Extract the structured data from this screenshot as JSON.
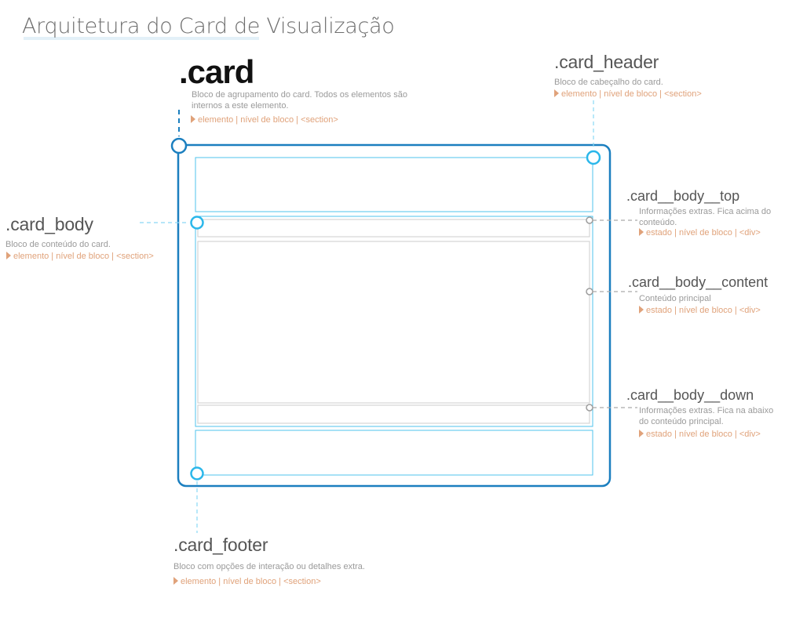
{
  "title": "Arquitetura do Card de Visualização",
  "card": {
    "label": ".card",
    "description": "Bloco de agrupamento do card. Todos os elementos são internos a este elemento.",
    "meta": "elemento | nível de bloco | <section>"
  },
  "card_header": {
    "label": ".card_header",
    "description": "Bloco de cabeçalho do card.",
    "meta": "elemento | nível de bloco  | <section>"
  },
  "card_body": {
    "label": ".card_body",
    "description": "Bloco de conteúdo do card.",
    "meta": "elemento | nível de bloco  | <section>"
  },
  "card_body_top": {
    "label": ".card__body__top",
    "description": "Informações extras. Fica acima do conteúdo.",
    "meta": "estado | nível de bloco | <div>"
  },
  "card_body_content": {
    "label": ".card__body__content",
    "description": "Conteúdo principal",
    "meta": "estado | nível de bloco | <div>"
  },
  "card_body_down": {
    "label": ".card__body__down",
    "description": "Informações extras. Fica na abaixo do conteúdo principal.",
    "meta": "estado | nível de bloco  | <div>"
  },
  "card_footer": {
    "label": ".card_footer",
    "description": "Bloco com opções de interação ou detalhes extra.",
    "meta": "elemento | nível de bloco  | <section>"
  },
  "colors": {
    "card_border": "#1b7fbf",
    "section_border": "#4fc3ec",
    "inner_border": "#cfcfcf",
    "meta_text": "#e0a27a"
  }
}
